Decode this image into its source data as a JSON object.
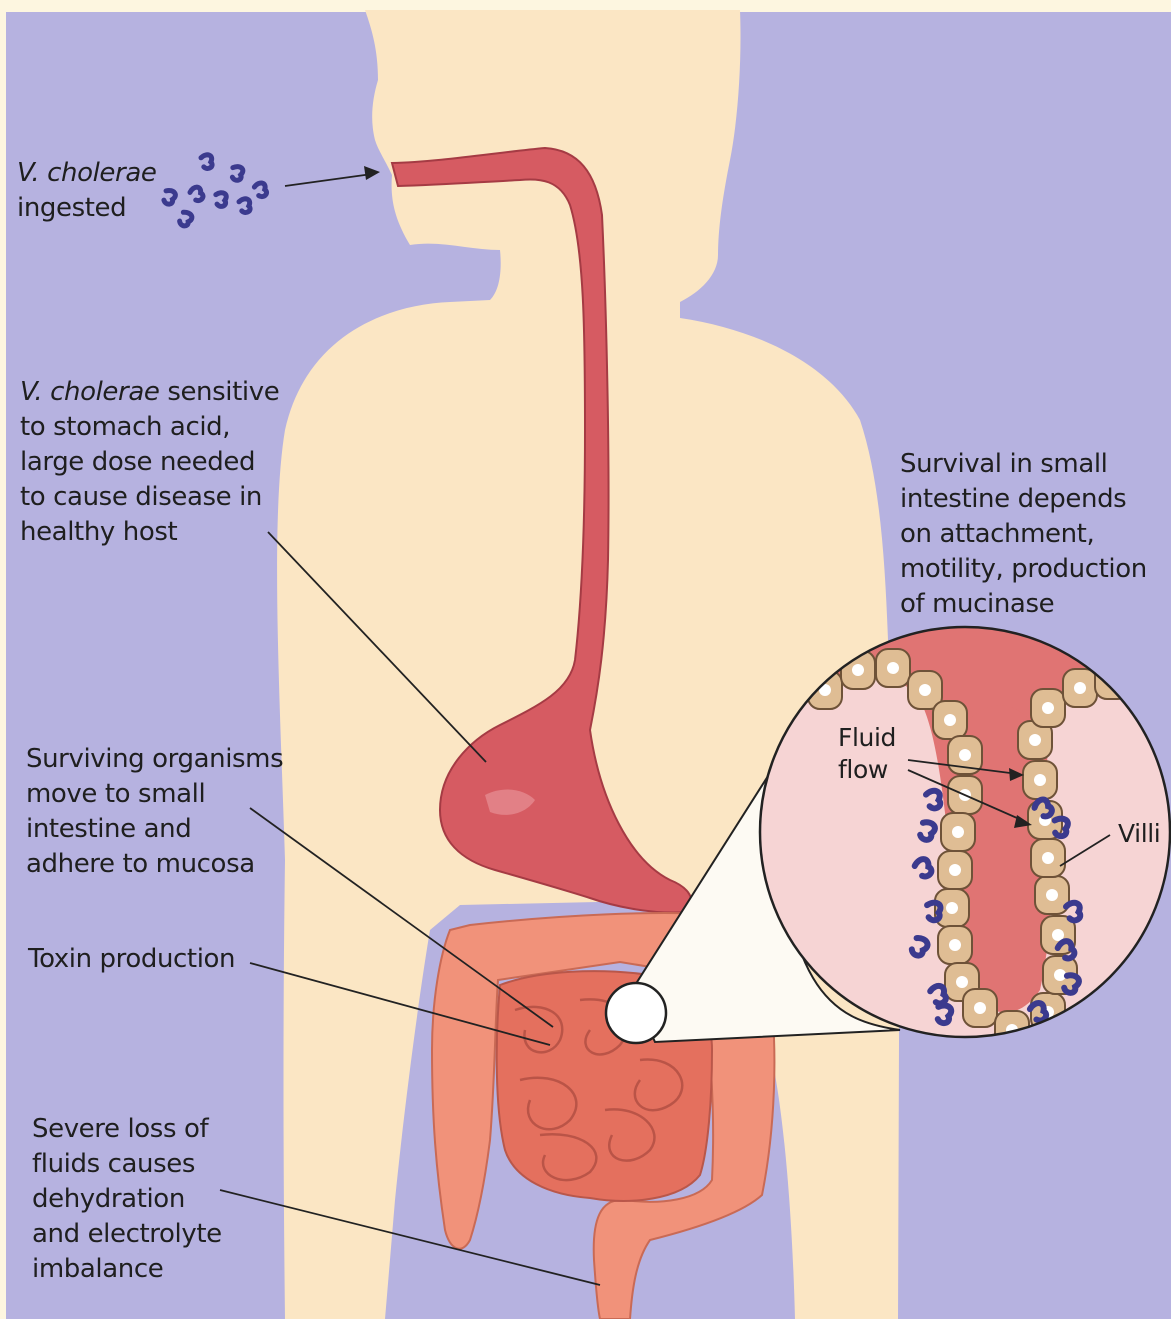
{
  "labels": {
    "ingested": {
      "species": "V. cholerae",
      "line2": "ingested"
    },
    "stomach": {
      "species": "V. cholerae",
      "line1_rest": " sensitive",
      "line2": "to stomach acid,",
      "line3": "large dose needed",
      "line4": "to cause disease in",
      "line5": "healthy host"
    },
    "survival": {
      "line1": "Survival in small",
      "line2": "intestine depends",
      "line3": "on attachment,",
      "line4": "motility, production",
      "line5": "of mucinase"
    },
    "surviving": {
      "line1": "Surviving organisms",
      "line2": "move to small",
      "line3": "intestine and",
      "line4": "adhere to mucosa"
    },
    "toxin": {
      "line1": "Toxin production"
    },
    "loss": {
      "line1": "Severe loss of",
      "line2": "fluids causes",
      "line3": "dehydration",
      "line4": "and electrolyte",
      "line5": "imbalance"
    },
    "inset": {
      "fluid1": "Fluid",
      "fluid2": "flow",
      "villi": "Villi"
    }
  },
  "colors": {
    "background": "#b6b2e0",
    "silhouette": "#fbe6c4",
    "esophagus": "#d65b62",
    "intestine": "#ee8a6e",
    "bacteria": "#3b3a8e",
    "cell": "#dfbd94"
  }
}
